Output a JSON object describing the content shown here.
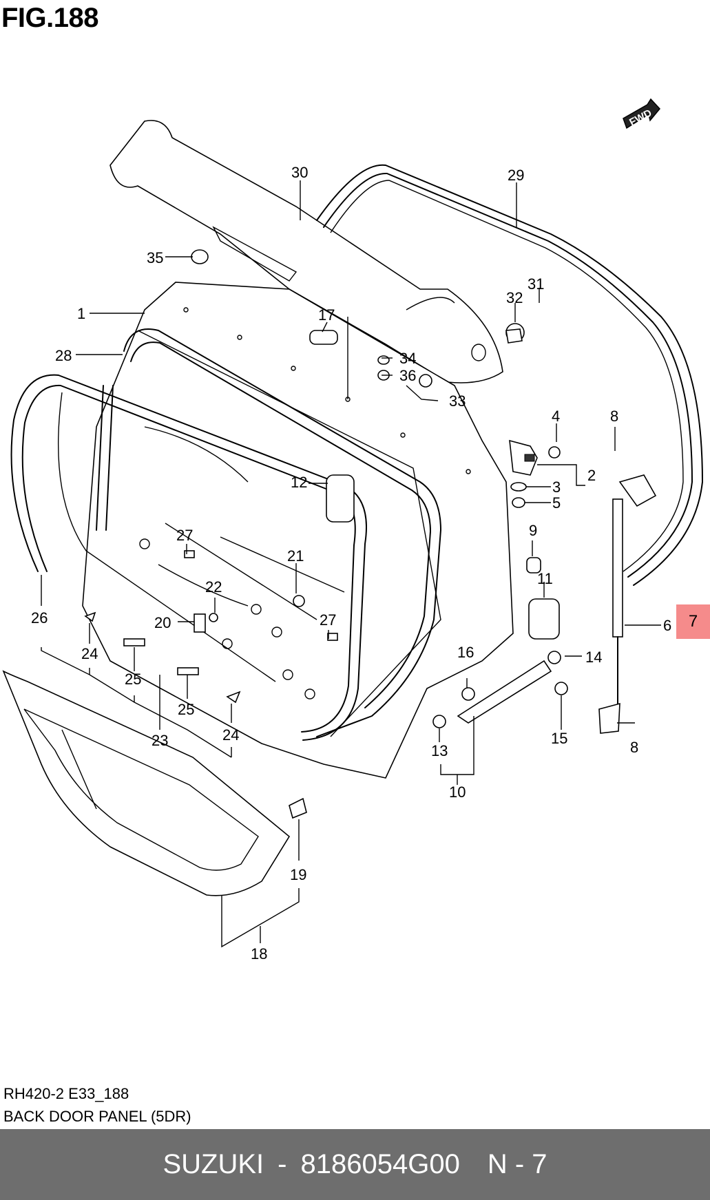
{
  "figure": {
    "title": "FIG.188",
    "fwd_label": "FWD",
    "code": "RH420-2 E33_188",
    "name": "BACK DOOR PANEL (5DR)",
    "highlight_label": "7",
    "highlight_color": "#f58b8b"
  },
  "callouts": {
    "c1": "1",
    "c2": "2",
    "c3": "3",
    "c4": "4",
    "c5": "5",
    "c6": "6",
    "c6sep": "·",
    "c8a": "8",
    "c8b": "8",
    "c9": "9",
    "c10": "10",
    "c11": "11",
    "c12": "12",
    "c13": "13",
    "c14": "14",
    "c15": "15",
    "c16": "16",
    "c17": "17",
    "c18": "18",
    "c19": "19",
    "c20": "20",
    "c21": "21",
    "c22": "22",
    "c23": "23",
    "c24a": "24",
    "c24b": "24",
    "c25a": "25",
    "c25b": "25",
    "c26": "26",
    "c27a": "27",
    "c27b": "27",
    "c28": "28",
    "c29": "29",
    "c30": "30",
    "c31": "31",
    "c32": "32",
    "c33": "33",
    "c34": "34",
    "c35": "35",
    "c36": "36"
  },
  "footer": {
    "brand": "SUZUKI",
    "separator": "-",
    "part_number": "8186054G00",
    "page": "N - 7",
    "background": "#6e6e6e"
  }
}
